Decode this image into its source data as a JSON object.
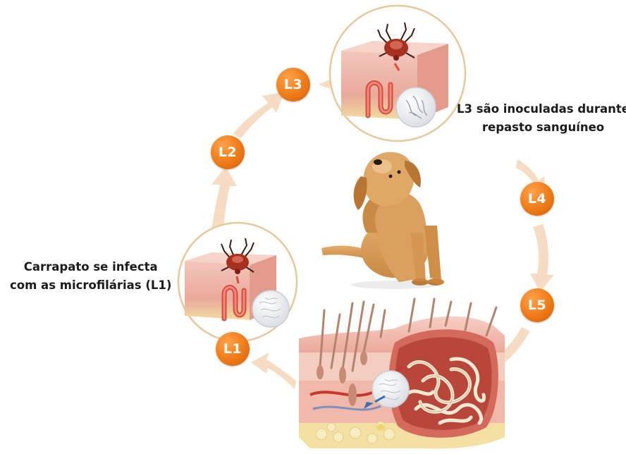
{
  "stages": {
    "l1": "L1",
    "l2": "L2",
    "l3": "L3",
    "l4": "L4",
    "l5": "L5"
  },
  "captions": {
    "tick_infection": [
      "Carrapato se infecta",
      "com as microfilárias (L1)"
    ],
    "inoculation": [
      "L3 são inoculadas durante",
      "repasto sanguíneo"
    ]
  },
  "colors": {
    "stage_badge": "#ef7a17",
    "cycle_arrow": "#f7dcc4",
    "skin": "#f2c1b3",
    "dermis": "#e9a394",
    "fat": "#f3e0a2",
    "tick_body": "#a8301f",
    "dog_fur": "#d59a55",
    "worms": "#f3ead3",
    "circle_border": "#e7c79b"
  }
}
